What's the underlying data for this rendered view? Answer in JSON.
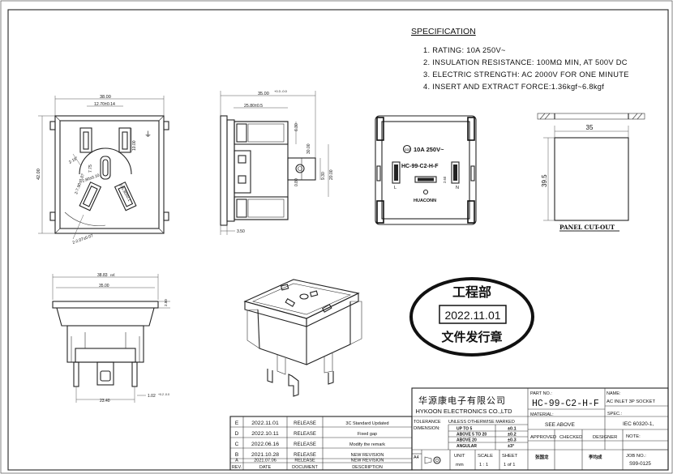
{
  "specification": {
    "title": "SPECIFICATION",
    "items": [
      "1. RATING: 10A 250V~",
      "2. INSULATION RESISTANCE: 100MΩ MIN, AT 500V DC",
      "3. ELECTRIC STRENGTH: AC 2000V FOR ONE MINUTE",
      "4. INSERT AND EXTRACT FORCE:1.36kgf~6.8kgf"
    ]
  },
  "front_view": {
    "width": "38.00",
    "pin_spacing": "12.70±0.14",
    "height": "42.00",
    "pin_dim": "10.00",
    "angle1": "2-15°",
    "angle2": "2.80±0.10",
    "earth_dim": "7.75",
    "slot_dim": "2-7.90±0.07",
    "slot_dim2": "2-6.30±0.1",
    "slot_width": "2-2.07±0.07"
  },
  "side_view": {
    "depth_total": "35.00",
    "depth_tol": "+0.3 -0.0",
    "depth_body": "25.80±0.5",
    "dim_a": "6.30",
    "dim_b": "30.00",
    "dim_c": "0.80",
    "dim_d": "9.30",
    "dim_e": "20.00",
    "flange": "3.50"
  },
  "rear_view": {
    "cert": "CCC",
    "rating": "10A 250V~",
    "model": "HC-99-C2-H-F",
    "brand": "HUACONN",
    "pin_l": "L",
    "pin_n": "N",
    "dim": "2.60"
  },
  "bottom_view": {
    "outer": "38.83",
    "outer_suffix": "ref.",
    "inner": "35.00",
    "bottom": "23.40",
    "pin": "2.50",
    "pin2": "1.02",
    "pin2_tol": "+0.2 -0.0"
  },
  "panel": {
    "width": "35",
    "height": "39.5",
    "label": "PANEL CUT-OUT"
  },
  "stamp": {
    "top": "工程部",
    "date": "2022.11.01",
    "bottom": "文件发行章"
  },
  "revisions": {
    "header": [
      "REV.",
      "DATE",
      "DOCUMENT",
      "DESCRIPTION"
    ],
    "rows": [
      [
        "E",
        "2022.11.01",
        "RELEASE",
        "3C Standard Updated"
      ],
      [
        "D",
        "2022.10.11",
        "RELEASE",
        "Fixed gap"
      ],
      [
        "C",
        "2022.06.16",
        "RELEASE",
        "Modify the remark"
      ],
      [
        "B",
        "2021.10.28",
        "RELEASE",
        "NEW REVISION"
      ],
      [
        "A",
        "2021.07.06",
        "RELEASE",
        "NEW REVISION"
      ]
    ]
  },
  "title_block": {
    "company_cn": "华源康电子有限公司",
    "company_en": "HYKOON ELECTRONICS CO.,LTD",
    "part_no_label": "PART NO.:",
    "part_no": "HC-99-C2-H-F",
    "name_label": "NAME:",
    "name": "AC INLET 3P SOCKET",
    "material_label": "MATERIAL:",
    "material": "SEE ABOVE",
    "spec_label": "SPEC.:",
    "spec": "IEC 60320-1,",
    "tolerance_label": "TOLERANCE",
    "tolerance_note": "UNLESS OTHERWISE MARKED",
    "dimension_label": "DIMENSION:",
    "tolerances": [
      [
        "UP TO 5",
        "±0.1"
      ],
      [
        "ABOVE 5 TO 20",
        "±0.2"
      ],
      [
        "ABOVE 20",
        "±0.3"
      ],
      [
        "ANGULAR",
        "±3°"
      ]
    ],
    "approved_label": "APPROVED",
    "checked_label": "CHECKED",
    "designer_label": "DESIGNER",
    "note_label": "NOTE:",
    "approved_sign": "张国龙",
    "designer_sign": "李均成",
    "unit_label": "UNIT",
    "unit": "mm",
    "scale_label": "SCALE",
    "scale": "1 : 1",
    "sheet_label": "SHEET",
    "sheet": "1 of 1",
    "job_label": "JOB NO.:",
    "job": "S99-0125",
    "size": "A4"
  }
}
